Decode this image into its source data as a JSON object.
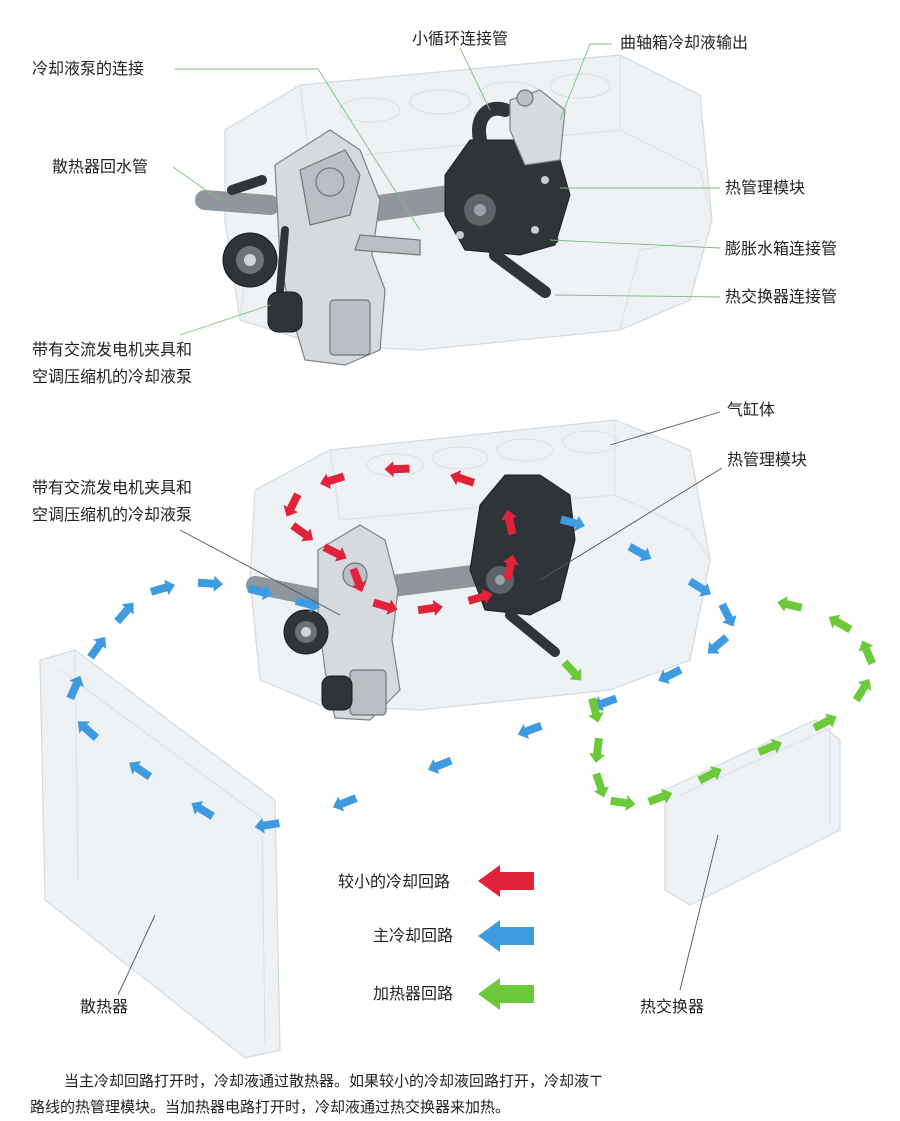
{
  "top_labels": {
    "pump_connection": "冷却液泵的连接",
    "radiator_return": "散热器回水管",
    "pump_with_bracket_line1": "带有交流发电机夹具和",
    "pump_with_bracket_line2": "空调压缩机的冷却液泵",
    "small_loop_pipe": "小循环连接管",
    "crankcase_outlet": "曲轴箱冷却液输出",
    "thermal_module": "热管理模块",
    "expansion_tank_pipe": "膨胀水箱连接管",
    "heat_exchanger_pipe": "热交换器连接管"
  },
  "bottom_labels": {
    "cylinder_block": "气缸体",
    "thermal_module": "热管理模块",
    "pump_with_bracket_line1": "带有交流发电机夹具和",
    "pump_with_bracket_line2": "空调压缩机的冷却液泵",
    "radiator": "散热器",
    "heat_exchanger": "热交换器"
  },
  "legend": [
    {
      "label": "较小的冷却回路",
      "color": "#e0223a"
    },
    {
      "label": "主冷却回路",
      "color": "#3f9be0"
    },
    {
      "label": "加热器回路",
      "color": "#6cc93a"
    }
  ],
  "caption": {
    "line1": "当主冷却回路打开时，冷却液通过散热器。如果较小的冷却液回路打开，冷却液⊤",
    "line2": "路线的热管理模块。当加热器电路打开时，冷却液通过热交换器来加热。"
  },
  "colors": {
    "small_loop": "#e0223a",
    "main_loop": "#3f9be0",
    "heater_loop": "#6cc93a",
    "leader": "#7fbf7f"
  }
}
